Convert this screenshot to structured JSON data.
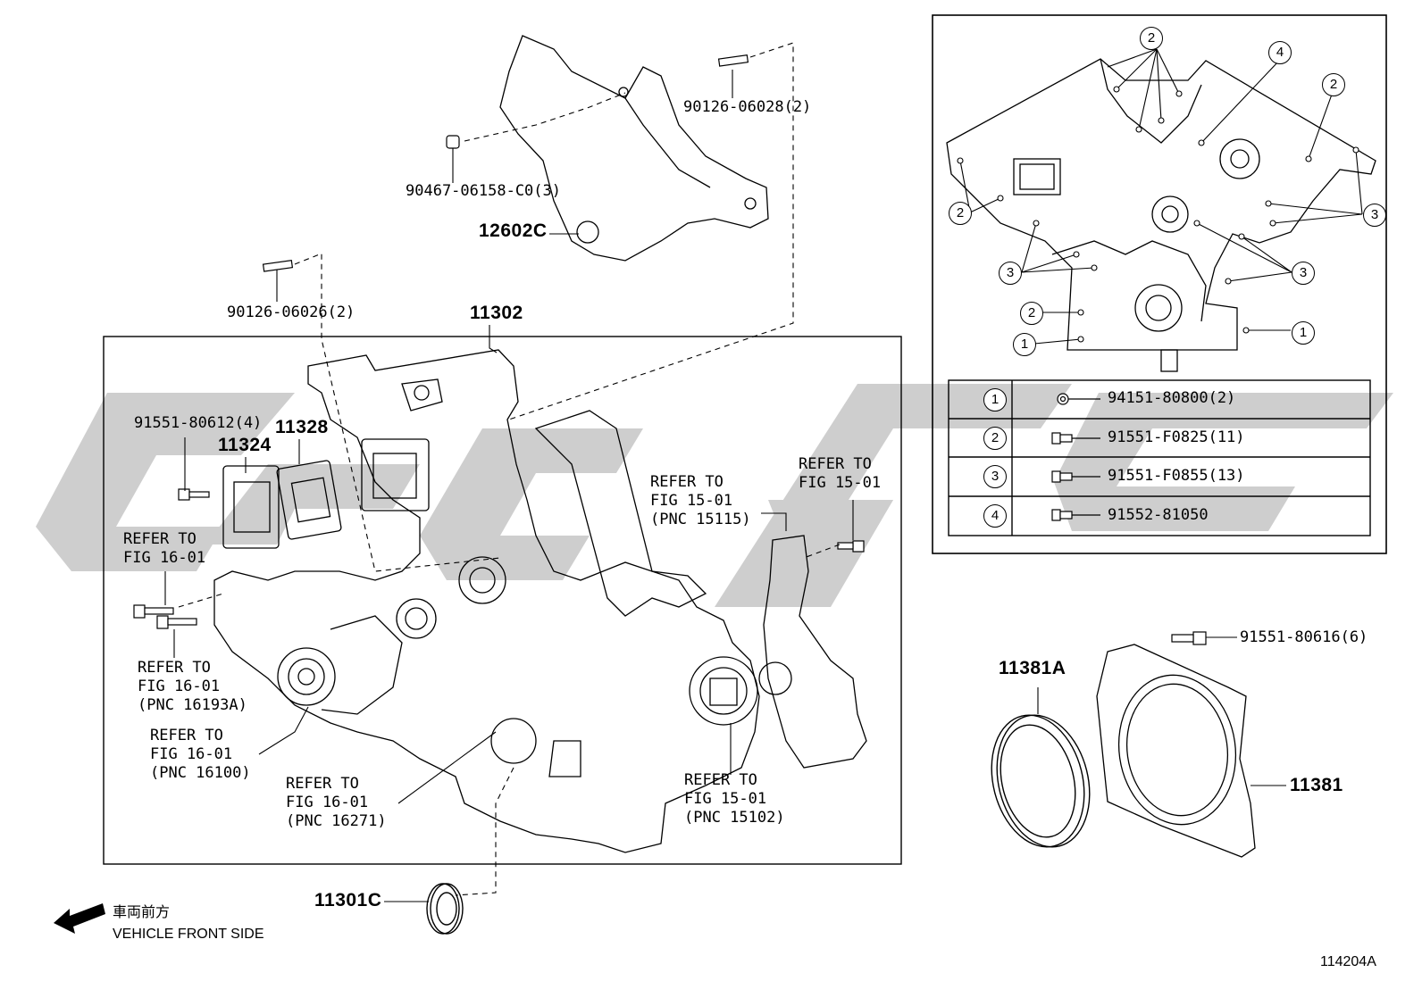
{
  "diagram_code": "114204A",
  "direction": {
    "jp": "車両前方",
    "en": "VEHICLE FRONT SIDE"
  },
  "labels": {
    "p90126_06028": "90126-06028(2)",
    "p90467_06158": "90467-06158-C0(3)",
    "p12602C": "12602C",
    "p90126_06026": "90126-06026(2)",
    "p11302": "11302",
    "p91551_80612": "91551-80612(4)",
    "p11324": "11324",
    "p11328": "11328",
    "ref_fig16_a_l1": "REFER TO",
    "ref_fig16_a_l2": "FIG 16-01",
    "ref_fig16_b_l1": "REFER TO",
    "ref_fig16_b_l2": "FIG 16-01",
    "ref_fig16_b_l3": "(PNC 16193A)",
    "ref_fig16_c_l1": "REFER TO",
    "ref_fig16_c_l2": "FIG 16-01",
    "ref_fig16_c_l3": "(PNC 16100)",
    "ref_fig16_d_l1": "REFER TO",
    "ref_fig16_d_l2": "FIG 16-01",
    "ref_fig16_d_l3": "(PNC 16271)",
    "ref_fig15_a_l1": "REFER TO",
    "ref_fig15_a_l2": "FIG 15-01",
    "ref_fig15_a_l3": "(PNC 15115)",
    "ref_fig15_b_l1": "REFER TO",
    "ref_fig15_b_l2": "FIG 15-01",
    "ref_fig15_c_l1": "REFER TO",
    "ref_fig15_c_l2": "FIG 15-01",
    "ref_fig15_c_l3": "(PNC 15102)",
    "p11301C": "11301C",
    "p11381A": "11381A",
    "p11381": "11381",
    "p91551_80616": "91551-80616(6)"
  },
  "inset_callouts": [
    "2",
    "4",
    "2",
    "2",
    "3",
    "3",
    "3",
    "2",
    "1",
    "1"
  ],
  "bolt_table": [
    {
      "key": "1",
      "part": "94151-80800(2)"
    },
    {
      "key": "2",
      "part": "91551-F0825(11)"
    },
    {
      "key": "3",
      "part": "91551-F0855(13)"
    },
    {
      "key": "4",
      "part": "91552-81050"
    }
  ],
  "colors": {
    "line": "#000000",
    "watermark": "#c8c8c8"
  }
}
